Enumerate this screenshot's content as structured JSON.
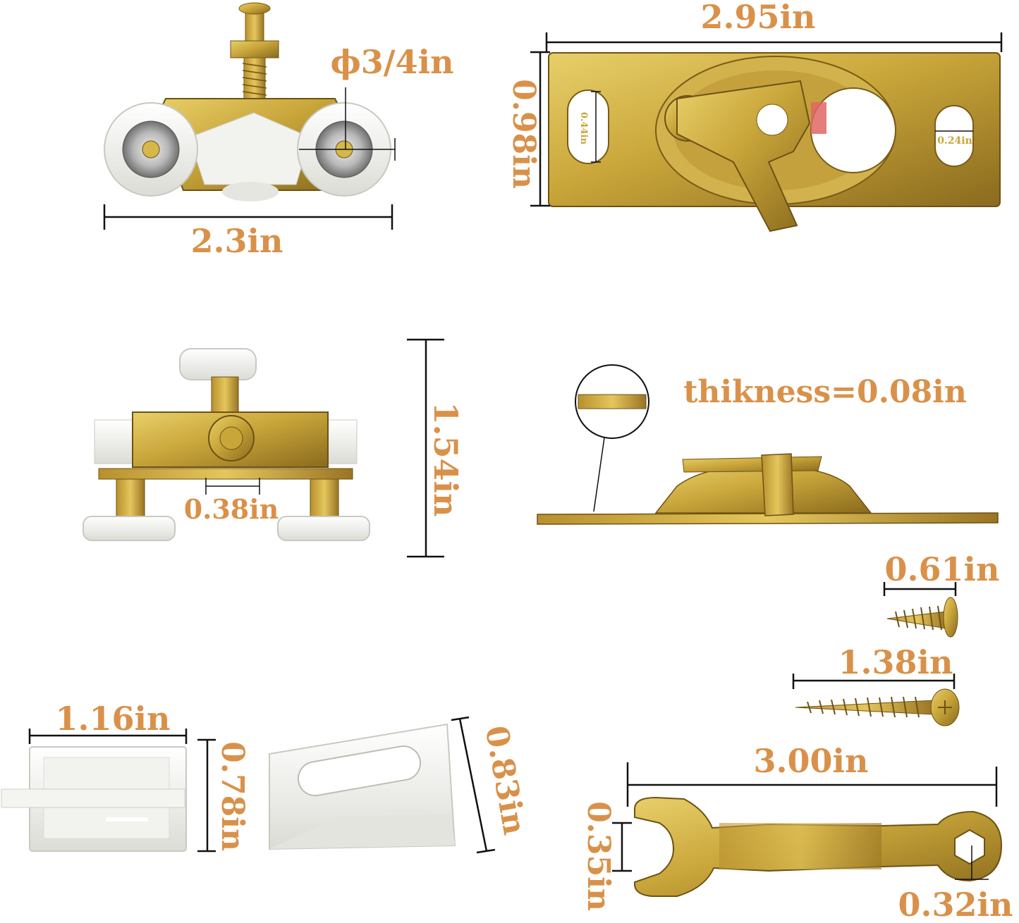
{
  "colors": {
    "label": "#d9914a",
    "small_label": "#c9a53a",
    "brass": "#c9a63a",
    "brass_dark": "#8a6a1e",
    "nylon": "#eeeeea",
    "dim_line": "#111111"
  },
  "labels": {
    "roller_width": "2.3in",
    "wheel_diameter": "ϕ3/4in",
    "plate_length": "2.95in",
    "plate_width": "0.98in",
    "slot_height": "0.44in",
    "slot_width": "0.24in",
    "pivot_height": "1.54in",
    "pivot_gap": "0.38in",
    "thickness": "thikness=0.08in",
    "screw_short": "0.61in",
    "screw_long": "1.38in",
    "guide_width": "1.16in",
    "guide_height": "0.78in",
    "wedge_height": "0.83in",
    "wrench_length": "3.00in",
    "wrench_open": "0.35in",
    "wrench_hex": "0.32in"
  }
}
